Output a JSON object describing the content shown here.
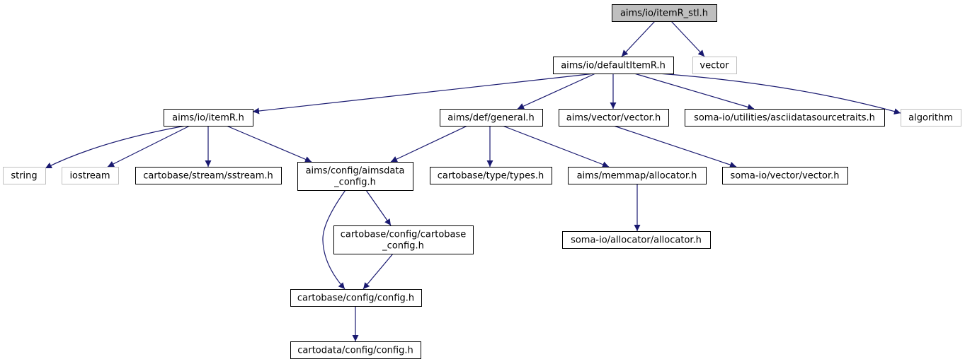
{
  "colors": {
    "edge": "#191970",
    "root_fill": "#bfbfbf",
    "node_stroke": "#000000",
    "external_stroke": "#bfbfbf",
    "node_fill": "#ffffff",
    "text": "#000000"
  },
  "nodes": [
    {
      "id": "root",
      "lines": [
        "aims/io/itemR_stl.h"
      ],
      "kind": "root"
    },
    {
      "id": "defaultItemR",
      "lines": [
        "aims/io/defaultItemR.h"
      ],
      "kind": "header"
    },
    {
      "id": "vector_std",
      "lines": [
        "vector"
      ],
      "kind": "external"
    },
    {
      "id": "itemR",
      "lines": [
        "aims/io/itemR.h"
      ],
      "kind": "header"
    },
    {
      "id": "general",
      "lines": [
        "aims/def/general.h"
      ],
      "kind": "header"
    },
    {
      "id": "aims_vector",
      "lines": [
        "aims/vector/vector.h"
      ],
      "kind": "header"
    },
    {
      "id": "asciidata",
      "lines": [
        "soma-io/utilities/asciidatasourcetraits.h"
      ],
      "kind": "header"
    },
    {
      "id": "algorithm",
      "lines": [
        "algorithm"
      ],
      "kind": "external"
    },
    {
      "id": "string",
      "lines": [
        "string"
      ],
      "kind": "external"
    },
    {
      "id": "iostream",
      "lines": [
        "iostream"
      ],
      "kind": "external"
    },
    {
      "id": "sstream",
      "lines": [
        "cartobase/stream/sstream.h"
      ],
      "kind": "header"
    },
    {
      "id": "aimsdata_config",
      "lines": [
        "aims/config/aimsdata",
        "_config.h"
      ],
      "kind": "header"
    },
    {
      "id": "types",
      "lines": [
        "cartobase/type/types.h"
      ],
      "kind": "header"
    },
    {
      "id": "allocator",
      "lines": [
        "aims/memmap/allocator.h"
      ],
      "kind": "header"
    },
    {
      "id": "soma_vector",
      "lines": [
        "soma-io/vector/vector.h"
      ],
      "kind": "header"
    },
    {
      "id": "cartobase_config",
      "lines": [
        "cartobase/config/cartobase",
        "_config.h"
      ],
      "kind": "header"
    },
    {
      "id": "soma_allocator",
      "lines": [
        "soma-io/allocator/allocator.h"
      ],
      "kind": "header"
    },
    {
      "id": "config_h",
      "lines": [
        "cartobase/config/config.h"
      ],
      "kind": "header"
    },
    {
      "id": "cartodata_config",
      "lines": [
        "cartodata/config/config.h"
      ],
      "kind": "header"
    }
  ],
  "edges": [
    {
      "from": "root",
      "to": "defaultItemR"
    },
    {
      "from": "root",
      "to": "vector_std"
    },
    {
      "from": "defaultItemR",
      "to": "itemR"
    },
    {
      "from": "defaultItemR",
      "to": "general"
    },
    {
      "from": "defaultItemR",
      "to": "aims_vector"
    },
    {
      "from": "defaultItemR",
      "to": "asciidata"
    },
    {
      "from": "defaultItemR",
      "to": "algorithm"
    },
    {
      "from": "itemR",
      "to": "string"
    },
    {
      "from": "itemR",
      "to": "iostream"
    },
    {
      "from": "itemR",
      "to": "sstream"
    },
    {
      "from": "itemR",
      "to": "aimsdata_config"
    },
    {
      "from": "general",
      "to": "aimsdata_config"
    },
    {
      "from": "general",
      "to": "types"
    },
    {
      "from": "general",
      "to": "allocator"
    },
    {
      "from": "aims_vector",
      "to": "soma_vector"
    },
    {
      "from": "aimsdata_config",
      "to": "cartobase_config"
    },
    {
      "from": "aimsdata_config",
      "to": "config_h"
    },
    {
      "from": "cartobase_config",
      "to": "config_h"
    },
    {
      "from": "allocator",
      "to": "soma_allocator"
    },
    {
      "from": "config_h",
      "to": "cartodata_config"
    }
  ]
}
